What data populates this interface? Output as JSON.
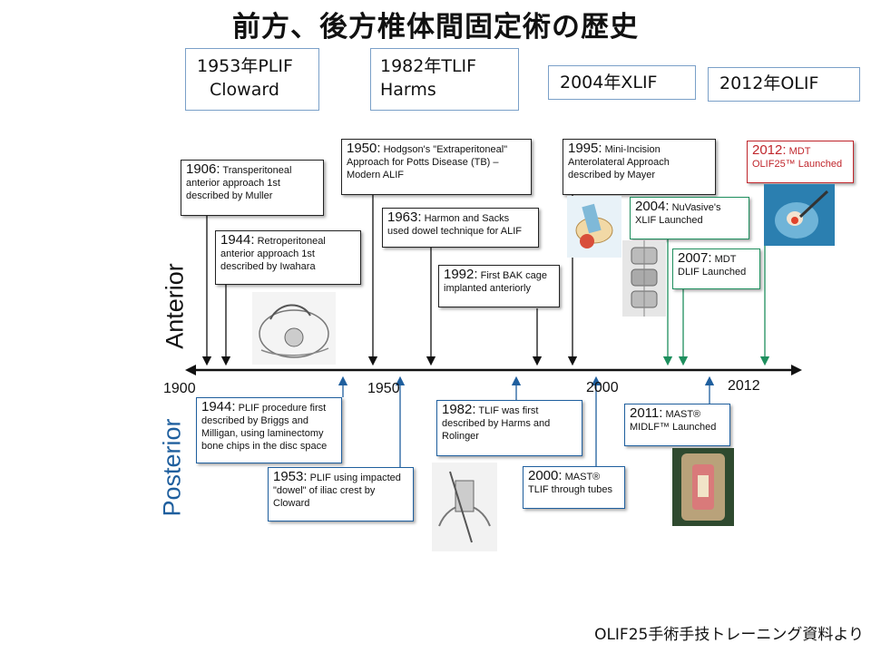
{
  "title": "前方、後方椎体間固定術の歴史",
  "categories": [
    {
      "line1": "1953年PLIF",
      "line2": "Cloward"
    },
    {
      "line1": "1982年TLIF",
      "line2": "Harms"
    },
    {
      "line1": "2004年XLIF",
      "line2": ""
    },
    {
      "line1": "2012年OLIF",
      "line2": ""
    }
  ],
  "axis": {
    "anterior_label": "Anterior",
    "posterior_label": "Posterior",
    "ticks": [
      "1900",
      "1950",
      "2000",
      "2012"
    ]
  },
  "anterior_events": [
    {
      "year": "1906:",
      "text": "Transperitoneal anterior approach 1st described by Muller"
    },
    {
      "year": "1944:",
      "text": "Retroperitoneal anterior approach 1st described by Iwahara"
    },
    {
      "year": "1950:",
      "text": "Hodgson's \"Extraperitoneal\" Approach for Potts Disease (TB) – Modern ALIF"
    },
    {
      "year": "1963:",
      "text": "Harmon and Sacks used dowel technique for ALIF"
    },
    {
      "year": "1992:",
      "text": "First BAK cage implanted anteriorly"
    },
    {
      "year": "1995:",
      "text": "Mini-Incision Anterolateral Approach described by Mayer"
    },
    {
      "year": "2004:",
      "text": "NuVasive's XLIF Launched"
    },
    {
      "year": "2007:",
      "text": "MDT DLIF Launched"
    },
    {
      "year": "2012:",
      "text": "MDT OLIF25™ Launched"
    }
  ],
  "posterior_events": [
    {
      "year": "1944:",
      "text": "PLIF procedure first described by Briggs and Milligan, using laminectomy bone chips in the disc space"
    },
    {
      "year": "1953:",
      "text": "PLIF using impacted \"dowel\" of iliac crest by Cloward"
    },
    {
      "year": "1982:",
      "text": "TLIF was first described by Harms and Rolinger"
    },
    {
      "year": "2000:",
      "text": "MAST® TLIF through tubes"
    },
    {
      "year": "2011:",
      "text": "MAST® MIDLF™ Launched"
    }
  ],
  "source": "OLIF25手術手技トレーニング資料より",
  "colors": {
    "posterior": "#1f5f9e",
    "green": "#1e8f5e",
    "red": "#c0262c",
    "axis": "#111111"
  }
}
